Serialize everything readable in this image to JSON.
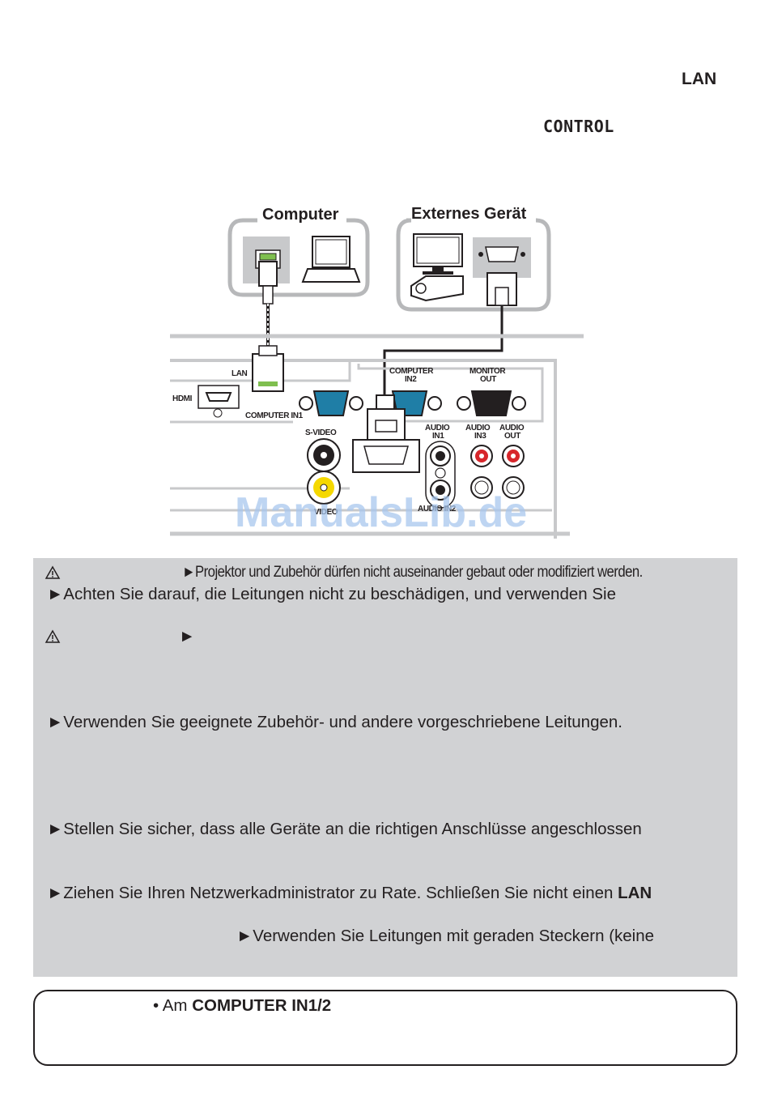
{
  "header": {
    "lan_label": "LAN",
    "control_label": "CONTROL"
  },
  "diagram": {
    "computer_label": "Computer",
    "external_device_label": "Externes Gerät",
    "ports": {
      "lan": "LAN",
      "hdmi": "HDMI",
      "computer_in1": "COMPUTER IN1",
      "computer_in2_line1": "COMPUTER",
      "computer_in2_line2": "IN2",
      "monitor_out_line1": "MONITOR",
      "monitor_out_line2": "OUT",
      "s_video": "S-VIDEO",
      "video": "VIDEO",
      "audio_in1_line1": "AUDIO",
      "audio_in1_line2": "IN1",
      "audio_in3_line1": "AUDIO",
      "audio_in3_line2": "IN3",
      "audio_out_line1": "AUDIO",
      "audio_out_line2": "OUT",
      "audio_in2": "AUDIO IN2"
    },
    "watermark": "ManualsLib.de",
    "colors": {
      "vga_port": "#1f7ea6",
      "audio_red": "#d7262b",
      "video_yellow": "#f5d800",
      "panel_gray": "#c8c9cb"
    }
  },
  "warnings": {
    "line1": "►Projektor und Zubehör dürfen nicht auseinander gebaut oder modifiziert werden.",
    "line2": "►Achten Sie darauf, die Leitungen nicht zu beschädigen, und verwenden Sie",
    "caution_arrow": "►",
    "line3": "►Verwenden Sie geeignete Zubehör- und andere vorgeschriebene Leitungen.",
    "line4": "►Stellen Sie sicher, dass alle Geräte an die richtigen Anschlüsse angeschlossen",
    "line5_prefix": "►Ziehen Sie Ihren Netzwerkadministrator zu Rate. Schließen Sie nicht einen ",
    "line5_bold": "LAN",
    "line6": "►Verwenden Sie Leitungen mit geraden Steckern (keine"
  },
  "note": {
    "prefix": "• Am ",
    "bold": "COMPUTER IN1/2"
  }
}
